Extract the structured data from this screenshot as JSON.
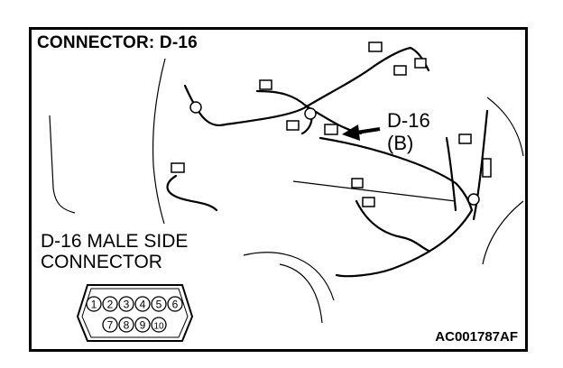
{
  "diagram": {
    "title": "CONNECTOR: D-16",
    "callout_id": "D-16",
    "callout_sub": "(B)",
    "male_side_line1": "D-16 MALE SIDE",
    "male_side_line2": "CONNECTOR",
    "code": "AC001787AF",
    "pins_top": [
      "1",
      "2",
      "3",
      "4",
      "5",
      "6"
    ],
    "pins_bottom": [
      "7",
      "8",
      "9",
      "10"
    ]
  }
}
